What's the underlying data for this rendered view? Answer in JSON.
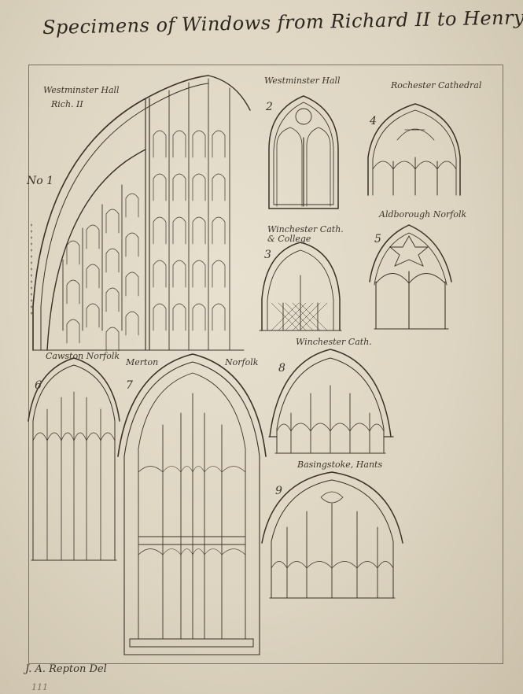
{
  "title": "Specimens of Windows from Richard II to Henry VIII",
  "windows": [
    {
      "number": "No 1",
      "caption": "Westminster Hall",
      "sub": "Rich. II"
    },
    {
      "number": "2",
      "caption": "Westminster Hall",
      "sub": ""
    },
    {
      "number": "3",
      "caption": "Winchester Cath. & College",
      "sub": ""
    },
    {
      "number": "4",
      "caption": "Rochester Cathedral",
      "sub": ""
    },
    {
      "number": "5",
      "caption": "Aldborough Norfolk",
      "sub": ""
    },
    {
      "number": "6",
      "caption": "Cawston Norfolk",
      "sub": ""
    },
    {
      "number": "7",
      "caption": "Merton",
      "sub": "Norfolk"
    },
    {
      "number": "8",
      "caption": "Winchester Cath.",
      "sub": ""
    },
    {
      "number": "9",
      "caption": "Basingstoke, Hants",
      "sub": ""
    }
  ],
  "signature": "J. A. Repton Del",
  "page_number": "111",
  "colors": {
    "paper": "#e3dccb",
    "ink": "#3a3228"
  }
}
